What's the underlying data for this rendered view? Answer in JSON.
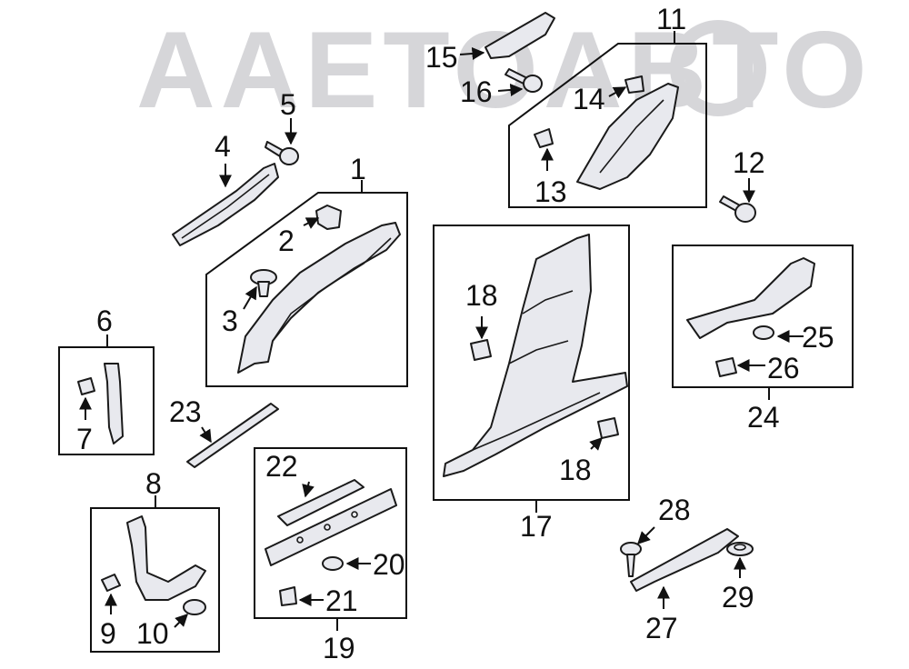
{
  "watermark": {
    "text": "AAETOABTO",
    "color": "#cfcfd3"
  },
  "colors": {
    "part_fill": "#e8e9ee",
    "line": "#111111",
    "background": "#ffffff"
  },
  "callouts": {
    "c1": "1",
    "c2": "2",
    "c3": "3",
    "c4": "4",
    "c5": "5",
    "c6": "6",
    "c7": "7",
    "c8": "8",
    "c9": "9",
    "c10": "10",
    "c11": "11",
    "c12": "12",
    "c13": "13",
    "c14": "14",
    "c15": "15",
    "c16": "16",
    "c17": "17",
    "c18a": "18",
    "c18b": "18",
    "c19": "19",
    "c20": "20",
    "c21": "21",
    "c22": "22",
    "c23": "23",
    "c24": "24",
    "c25": "25",
    "c26": "26",
    "c27": "27",
    "c28": "28",
    "c29": "29"
  }
}
